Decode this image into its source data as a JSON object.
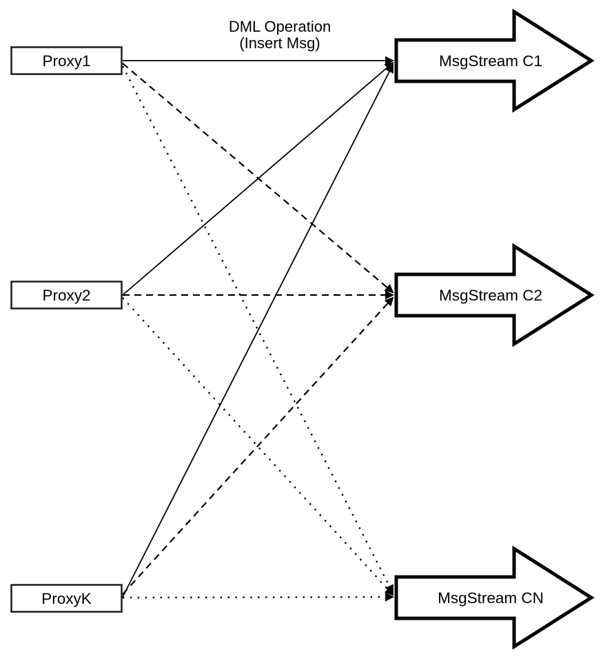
{
  "diagram": {
    "title_line1": "DML Operation",
    "title_line2": "(Insert Msg)",
    "proxies": [
      {
        "id": "proxy1",
        "label": "Proxy1"
      },
      {
        "id": "proxy2",
        "label": "Proxy2"
      },
      {
        "id": "proxyk",
        "label": "ProxyK"
      }
    ],
    "streams": [
      {
        "id": "c1",
        "label": "MsgStream C1"
      },
      {
        "id": "c2",
        "label": "MsgStream C2"
      },
      {
        "id": "cn",
        "label": "MsgStream CN"
      }
    ],
    "connections": [
      {
        "from": "Proxy1",
        "to": "MsgStream C1",
        "style": "solid"
      },
      {
        "from": "Proxy1",
        "to": "MsgStream C2",
        "style": "dashed"
      },
      {
        "from": "Proxy1",
        "to": "MsgStream CN",
        "style": "dotted"
      },
      {
        "from": "Proxy2",
        "to": "MsgStream C1",
        "style": "solid"
      },
      {
        "from": "Proxy2",
        "to": "MsgStream C2",
        "style": "dashed"
      },
      {
        "from": "Proxy2",
        "to": "MsgStream CN",
        "style": "dotted"
      },
      {
        "from": "ProxyK",
        "to": "MsgStream C1",
        "style": "solid"
      },
      {
        "from": "ProxyK",
        "to": "MsgStream C2",
        "style": "dashed"
      },
      {
        "from": "ProxyK",
        "to": "MsgStream CN",
        "style": "dotted"
      }
    ],
    "colors": {
      "stroke": "#000000",
      "fill": "#ffffff",
      "background": "#ffffff"
    }
  }
}
